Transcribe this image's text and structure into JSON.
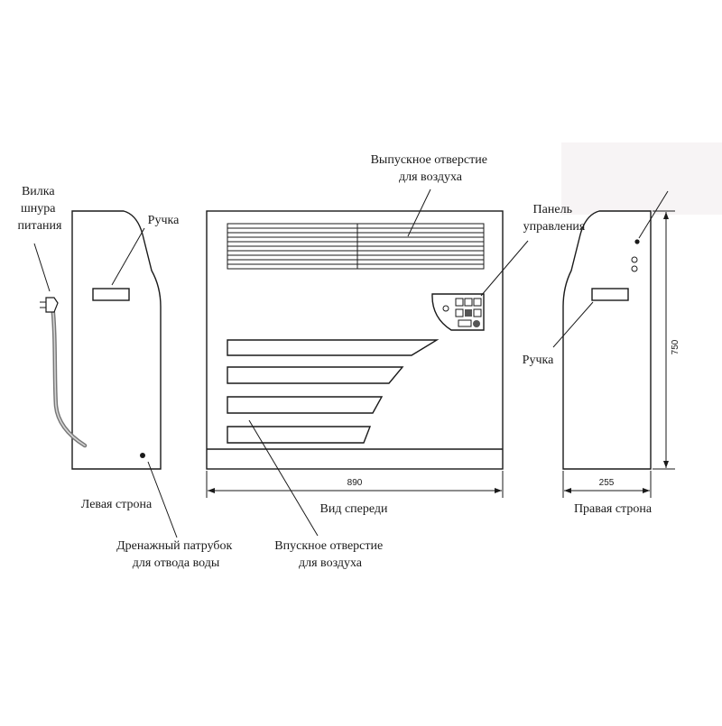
{
  "labels": {
    "power_plug": [
      "Вилка",
      "шнура",
      "питания"
    ],
    "handle_left": "Ручка",
    "air_outlet": [
      "Выпускное отверстие",
      "для воздуха"
    ],
    "control_panel": [
      "Панель",
      "управления"
    ],
    "handle_right": "Ручка",
    "left_side": "Левая строна",
    "front_view": "Вид спереди",
    "right_side": "Правая строна",
    "drain": [
      "Дренажный патрубок",
      "для отвода воды"
    ],
    "air_inlet": [
      "Впускное отверстие",
      "для воздуха"
    ]
  },
  "dimensions": {
    "width": "890",
    "height": "750",
    "depth": "255"
  }
}
